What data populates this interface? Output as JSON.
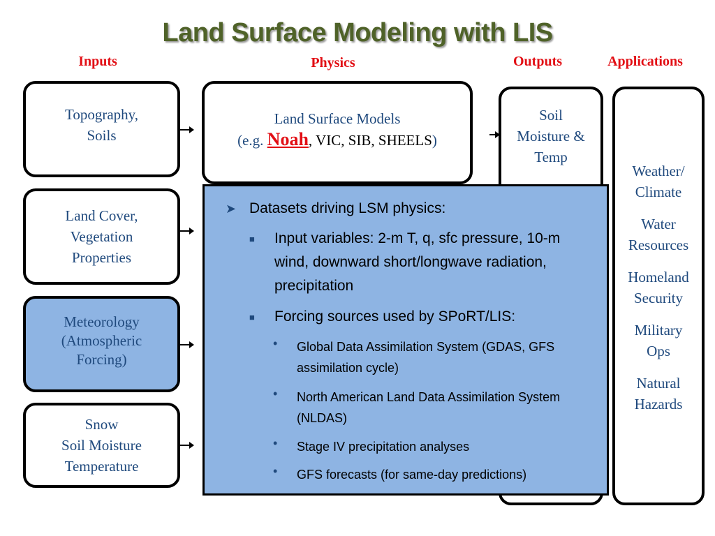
{
  "title": "Land Surface Modeling with LIS",
  "headers": {
    "inputs": "Inputs",
    "physics": "Physics",
    "outputs": "Outputs",
    "applications": "Applications"
  },
  "inputs": [
    "Topography,\nSoils",
    "Land Cover,\nVegetation\nProperties",
    "Meteorology\n(Atmospheric\nForcing)",
    "Snow\nSoil Moisture\nTemperature"
  ],
  "physics": {
    "line1": "Land Surface Models",
    "eg_open": "(e.g. ",
    "noah": "Noah",
    "models": ", VIC, SIB, SHEELS",
    "close": ")"
  },
  "outputs": {
    "soil": "Soil\nMoisture &\nTemp"
  },
  "applications": [
    "Weather/\nClimate",
    "Water\nResources",
    "Homeland\nSecurity",
    "Military\nOps",
    "Natural\nHazards"
  ],
  "panel": {
    "heading": "Datasets driving LSM physics:",
    "input_vars": "Input variables: 2-m T, q, sfc pressure, 10-m wind, downward short/longwave radiation, precipitation",
    "forcing": "Forcing sources used by SPoRT/LIS:",
    "sources": [
      "Global Data Assimilation System (GDAS, GFS assimilation cycle)",
      "North American Land Data Assimilation System (NLDAS)",
      "Stage IV precipitation analyses",
      "GFS forecasts (for same-day predictions)"
    ],
    "colors": {
      "fill": "#8eb4e3",
      "text": "#000000"
    }
  },
  "colors": {
    "title": "#4f6228",
    "header": "#e20e14",
    "box_text": "#1f497d",
    "highlight_box": "#8eb4e3"
  }
}
